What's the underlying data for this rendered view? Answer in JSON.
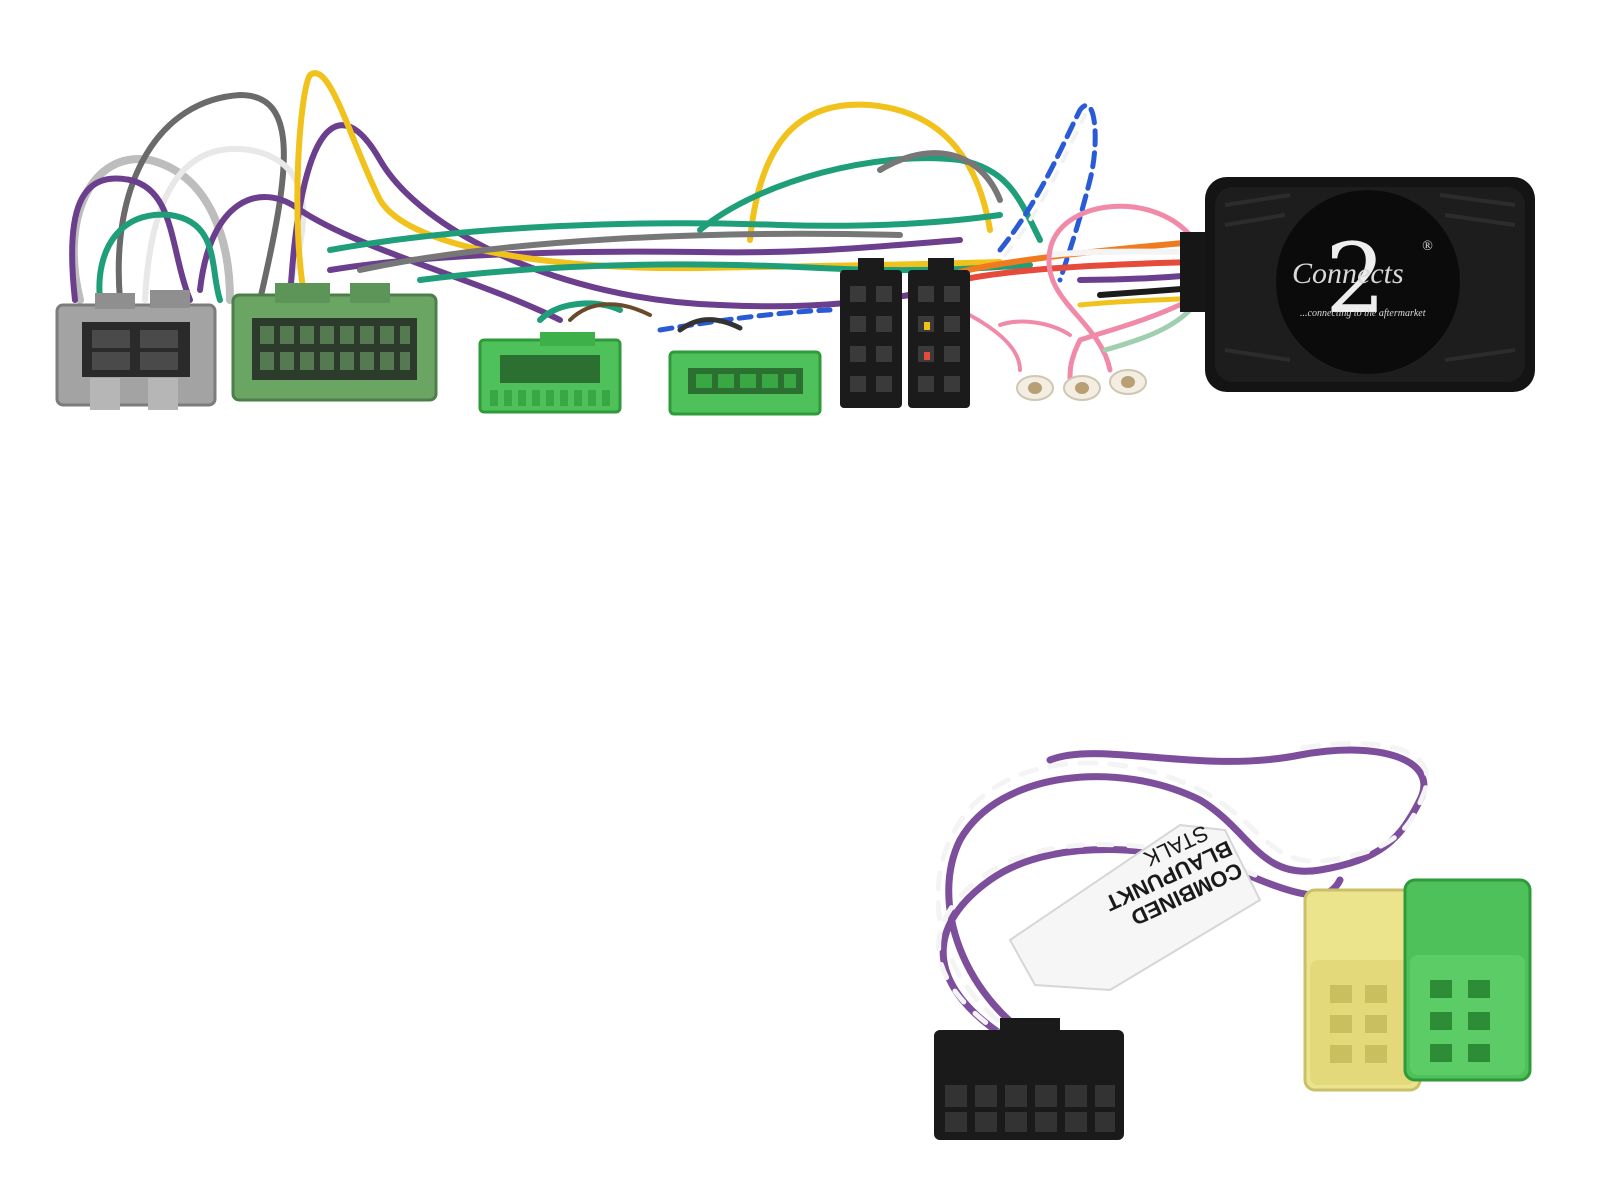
{
  "control_module": {
    "brand_name": "Connects",
    "brand_number": "2",
    "registered_mark": "®",
    "tagline": "...connecting to the aftermarket"
  },
  "patch_lead": {
    "label_line1": "COMBINED",
    "label_line2": "BLAUPUNKT",
    "label_line3": "STALK"
  },
  "colors": {
    "background": "#ffffff",
    "connector_green": "#4fc15a",
    "connector_grey": "#9a9a9a",
    "connector_black": "#1b1b1b",
    "connector_yellow": "#ece48c",
    "wire_purple": "#6b3f8e",
    "wire_yellow": "#f1c21b",
    "wire_green": "#1f9e7a",
    "wire_blue": "#2a5bd7",
    "wire_pink": "#f08aa8",
    "wire_orange": "#f07a20",
    "wire_grey": "#777777"
  }
}
